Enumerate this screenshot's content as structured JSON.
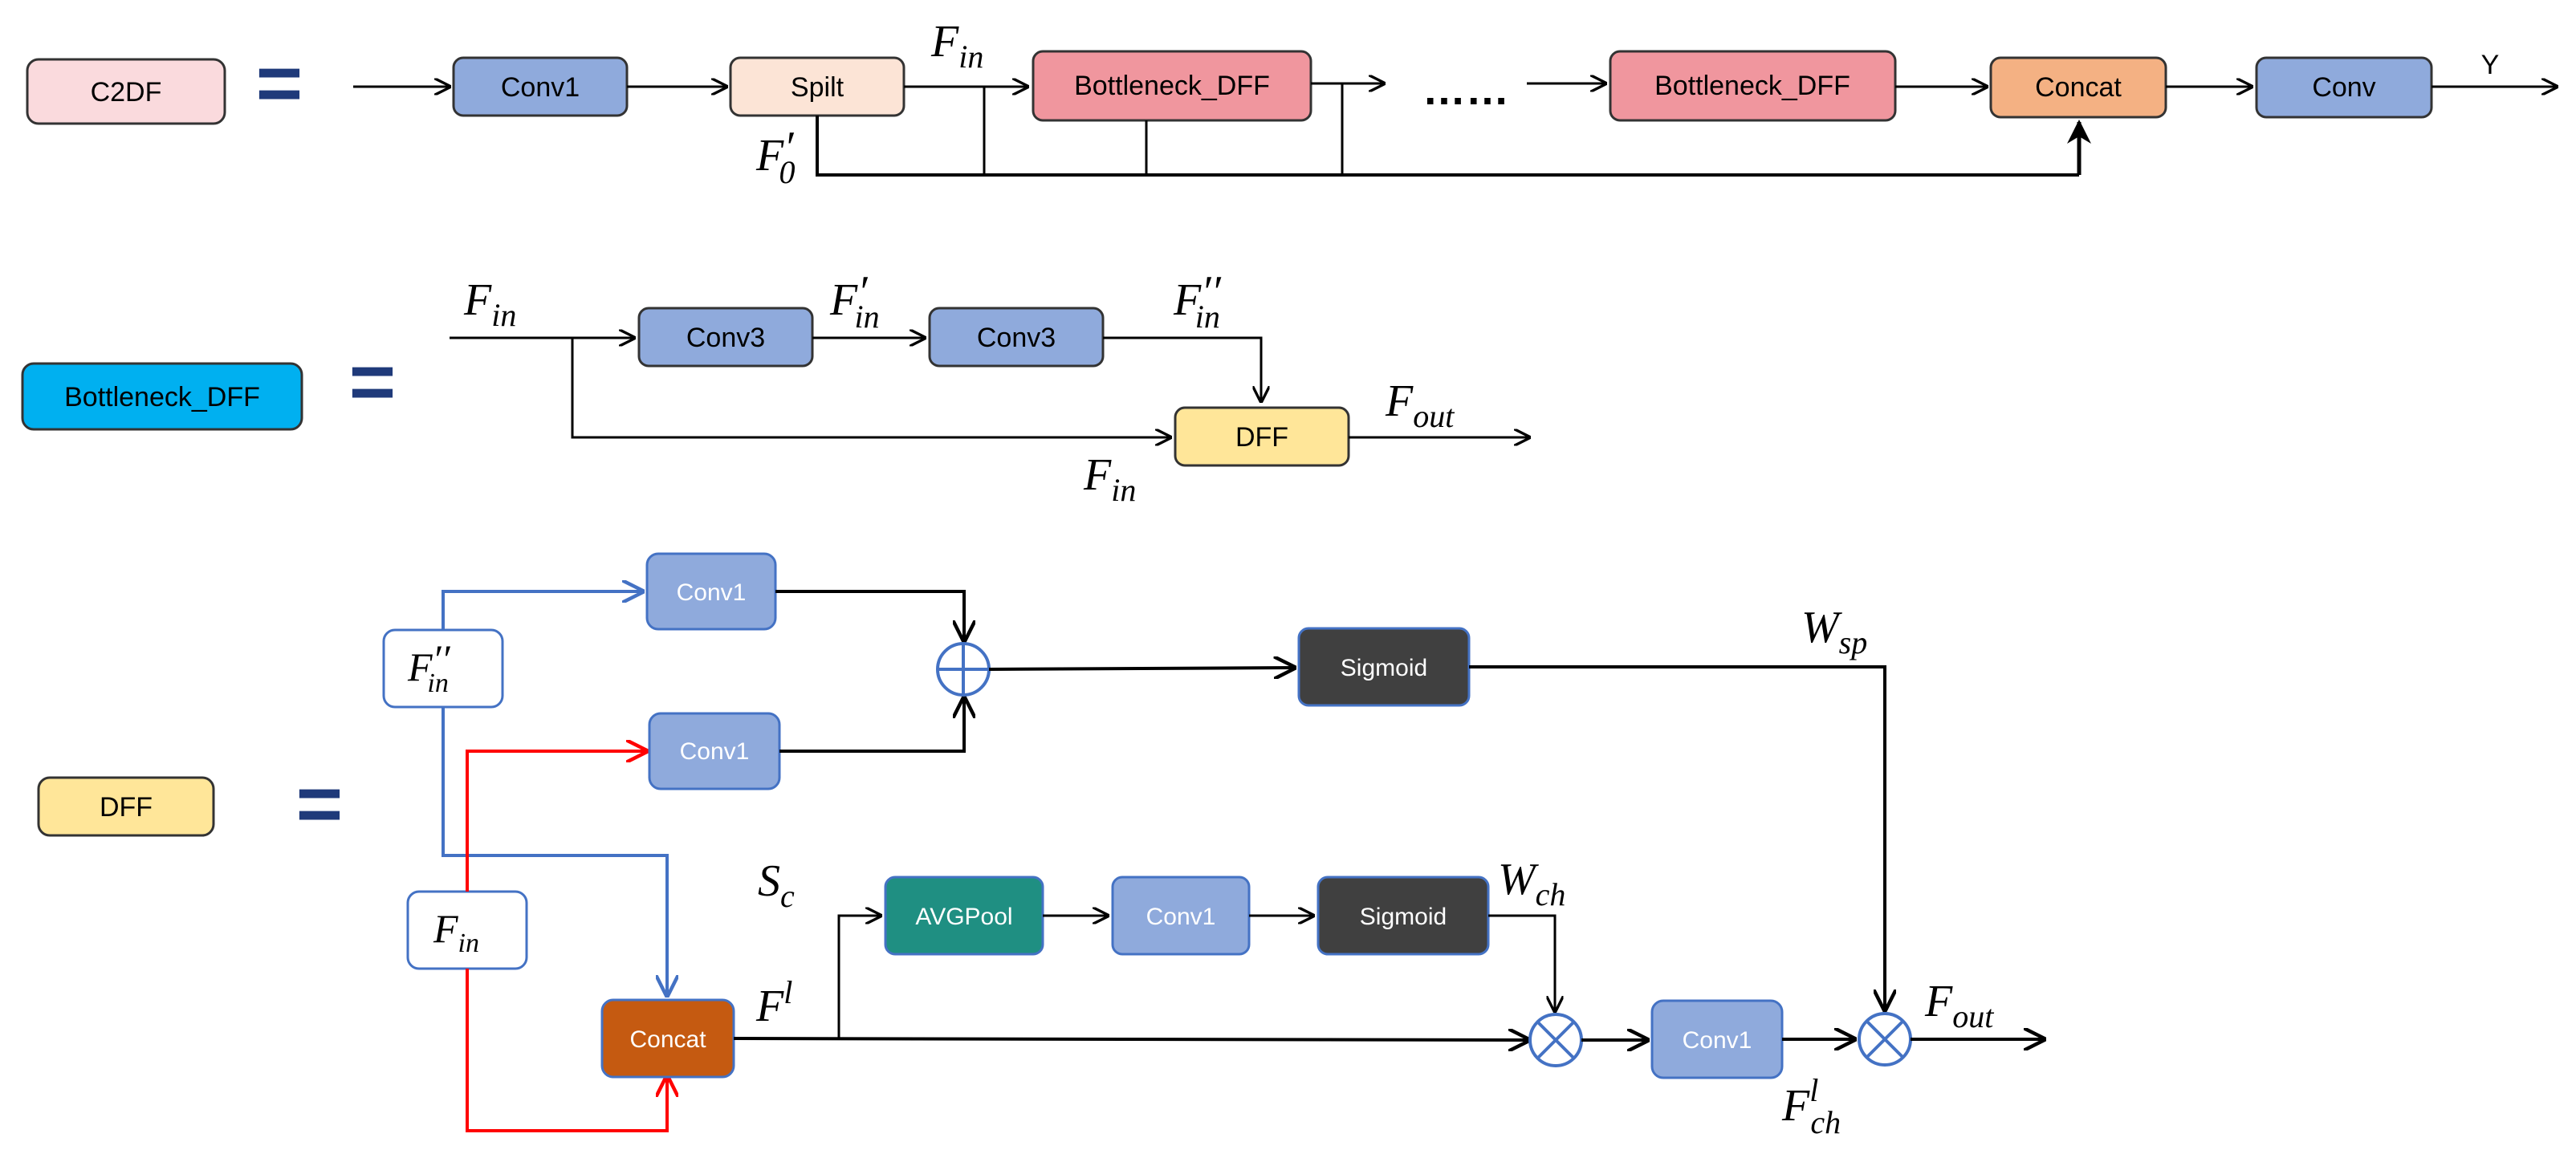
{
  "colors": {
    "c2df_fill": "#FADADD",
    "conv_fill": "#8FAADC",
    "split_fill": "#FCE4D6",
    "bottleneck_fill": "#F0969E",
    "concat_orange_fill": "#F4B183",
    "bottleneck_legend_fill": "#00B0F0",
    "dff_fill": "#FFE699",
    "sigmoid_fill": "#404040",
    "avgpool_fill": "#1F8F82",
    "concat_brown_fill": "#C55A11",
    "blue_arrow": "#4472C4",
    "red_arrow": "#FF0000",
    "eq_color": "#1F3A7A"
  },
  "row1": {
    "title": "C2DF",
    "conv1": "Conv1",
    "split": "Spilt",
    "bottleneck_a": "Bottleneck_DFF",
    "dots": "……",
    "bottleneck_b": "Bottleneck_DFF",
    "concat": "Concat",
    "conv": "Conv",
    "output": "Y",
    "f_in": {
      "base": "F",
      "sub": "in"
    },
    "f_zero": {
      "base": "F",
      "prime": "′",
      "sub": "0"
    }
  },
  "row2": {
    "title": "Bottleneck_DFF",
    "conv3_a": "Conv3",
    "conv3_b": "Conv3",
    "dff": "DFF",
    "f_in_top": {
      "base": "F",
      "sub": "in"
    },
    "f_in_prime": {
      "base": "F",
      "prime": "′",
      "sub": "in"
    },
    "f_in_dprime": {
      "base": "F",
      "prime": "′′",
      "sub": "in"
    },
    "f_out": {
      "base": "F",
      "sub": "out"
    },
    "f_in_bottom": {
      "base": "F",
      "sub": "in"
    }
  },
  "row3": {
    "title": "DFF",
    "conv1_top": "Conv1",
    "conv1_mid": "Conv1",
    "sigmoid_top": "Sigmoid",
    "avgpool": "AVGPool",
    "conv1_ch": "Conv1",
    "sigmoid_ch": "Sigmoid",
    "concat": "Concat",
    "conv1_out": "Conv1",
    "f_in_dprime_box": {
      "base": "F",
      "prime": "′′",
      "sub": "in"
    },
    "f_in_box": {
      "base": "F",
      "sub": "in"
    },
    "w_sp": {
      "base": "W",
      "sub": "sp"
    },
    "s_c": {
      "base": "S",
      "sub": "c"
    },
    "w_ch": {
      "base": "W",
      "sub": "ch"
    },
    "f_l": {
      "base": "F",
      "sup": "l"
    },
    "f_ch_l": {
      "base": "F",
      "sup": "l",
      "sub": "ch"
    },
    "f_out": {
      "base": "F",
      "sub": "out"
    }
  }
}
